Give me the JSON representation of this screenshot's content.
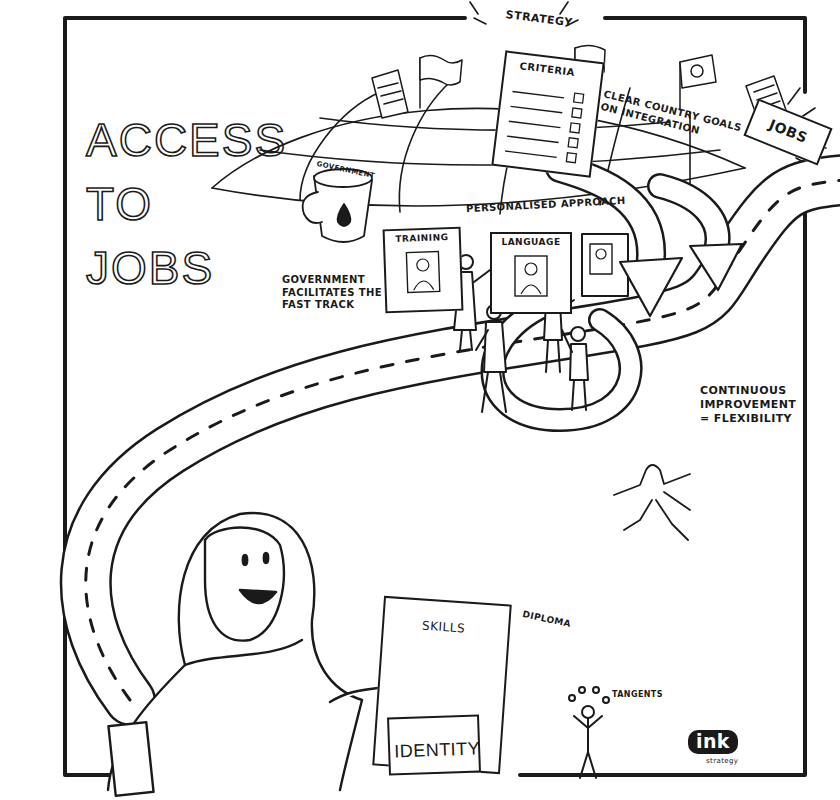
{
  "diagram": {
    "title": "ACCESS TO JOBS",
    "nodes": [
      {
        "text": [
          "STRATEGY",
          "CRITERIA"
        ]
      },
      {
        "text": [
          "JOBS"
        ]
      },
      {
        "text": [
          "TRAINING"
        ]
      },
      {
        "text": [
          "LANGUAGE"
        ]
      },
      {
        "text": [
          "SKILLS"
        ]
      },
      {
        "text": [
          "IDENTITY"
        ]
      }
    ],
    "labels": [
      "CLEAR COUNTRY GOALS ON INTEGRATION",
      "GOVERNMENT",
      "PERSONALISED APPROACH",
      "GOVERNMENT FACILITATES THE FAST TRACK",
      "CONTINUOUS IMPROVEMENT = FLEXIBILITY",
      "DIPLOMA",
      "TANGENTS",
      "ink",
      "strategy"
    ]
  }
}
